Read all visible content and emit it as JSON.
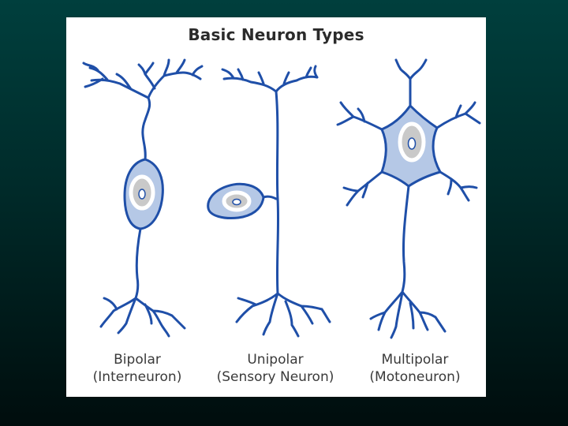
{
  "title": "Basic Neuron Types",
  "neurons": [
    {
      "name": "Bipolar",
      "subtitle": "(Interneuron)"
    },
    {
      "name": "Unipolar",
      "subtitle": "(Sensory Neuron)"
    },
    {
      "name": "Multipolar",
      "subtitle": "(Motoneuron)"
    }
  ],
  "colors": {
    "background_top": "#003f3d",
    "background_bottom": "#000d0d",
    "panel": "#ffffff",
    "neuron_line": "#1f4fa8",
    "cell_fill": "#b5c8e6",
    "nucleus": "#c9c9c9"
  }
}
